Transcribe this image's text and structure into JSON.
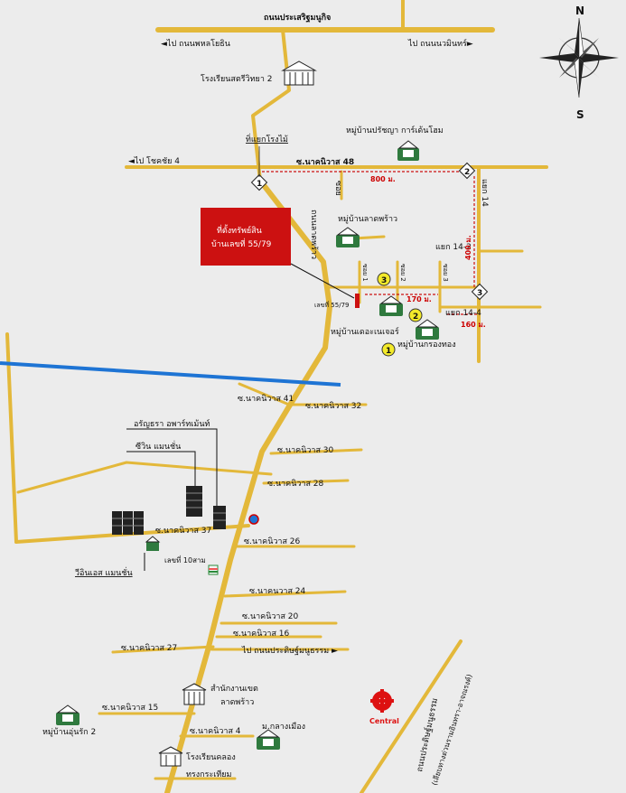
{
  "compass": {
    "north": "N",
    "south": "S"
  },
  "roads": {
    "top_main": "ถนนประเสริฐมนูกิจ",
    "to_left_top": "◄ไป ถนนพหลโยธิน",
    "to_right_top": "ไป ถนนนวมินทร์►",
    "to_chokchai": "◄ไป โชคชัย 4",
    "nak49": "ซ.นาคนิวาส 48",
    "yaek14": "แยก 14",
    "yaek14_2": "แยก 14-2",
    "yaek14_4": "แยก 14-4",
    "soi_ladphrao_v": "ถนนลาดพร้าว",
    "soi_v_small": "ซอย",
    "soi41": "ซ.นาคนิวาส 41",
    "soi32": "ซ.นาคนิวาส 32",
    "soi30": "ซ.นาคนิวาส 30",
    "soi28": "ซ.นาคนิวาส 28",
    "soi37": "ซ.นาคนิวาส 37",
    "soi26": "ซ.นาคนิวาส 26",
    "soi24": "ซ.นาคนวาส 24",
    "soi20": "ซ.นาคนิวาส 20",
    "soi27": "ซ.นาคนิวาส 27",
    "soi16": "ซ.นาคนิวาส 16",
    "to_pradit": "ไป ถนนประดิษฐ์มนูธรรม ►",
    "soi15": "ซ.นาคนิวาส 15",
    "soi4": "ซ.นาคนิวาส 4",
    "pradit_v": "ถนนประดิษฐ์มนูธรรม",
    "pradit_v2": "(เลียบทางด่วนรามอินทรา-อาจณรงค์)",
    "short_a": "ซอย 1",
    "short_b": "ซอย 2",
    "short_c": "ซอย 3"
  },
  "places": {
    "school_top": "โรงเรียนสตรีวิทยา 2",
    "junction_pole": "ทิ่แยกโรงไม้",
    "village_prichaya": "หมู่บ้านปรัชญา การ์เด้นโฮม",
    "village_ladphrao": "หมู่บ้านลาดพร้าว",
    "village_nature": "หมู่บ้านเดอะเนเจอร์",
    "village_krongthong": "หมู่บ้านกรองทอง",
    "asset_box_1": "ที่ตั้งทรัพย์สิน",
    "asset_box_2": "บ้านเลขที่ 55/79",
    "asset_marker": "เลขที่ 55/79",
    "condo1": "อรัญธรา อพาร์ทเม้นท์",
    "condo2": "ซีวิน แมนชั่น",
    "condo3": "เลขที่ 10สาม",
    "condo4": "วีอินเอส แมนชั่น",
    "district_office_1": "สำนักงานเขต",
    "district_office_2": "ลาดพร้าว",
    "village_ounrak": "หมู่บ้านอุ่นรัก 2",
    "market": "ม.กลางเมือง",
    "school_bottom_1": "โรงเรียนคลอง",
    "school_bottom_2": "ทรงกระเทียม",
    "central": "Central"
  },
  "distances": {
    "d800": "800 ม.",
    "d400": "400 ม.",
    "d170": "170 ม.",
    "d160": "160 ม."
  },
  "markers": {
    "m1": "1",
    "m2": "2",
    "m3": "3"
  },
  "colors": {
    "road": "#e3b83a",
    "canal": "#1e74d4",
    "asset": "#cc1111",
    "marker": "#f3ea2a",
    "distance_line": "#cc1111"
  }
}
